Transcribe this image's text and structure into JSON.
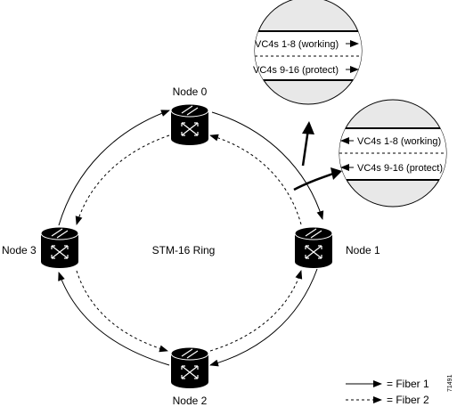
{
  "ring": {
    "center_label": "STM-16 Ring",
    "nodes": [
      {
        "name": "Node 0"
      },
      {
        "name": "Node 1"
      },
      {
        "name": "Node 2"
      },
      {
        "name": "Node 3"
      }
    ]
  },
  "callouts": [
    {
      "working": "VC4s 1-8 (working)",
      "protect": "VC4s 9-16 (protect)"
    },
    {
      "working": "VC4s 1-8 (working)",
      "protect": "VC4s 9-16 (protect)"
    }
  ],
  "legend": {
    "fiber1": "= Fiber 1",
    "fiber2": "= Fiber 2"
  },
  "figure_id": "71491",
  "colors": {
    "callout_fill": "#e8e8e8",
    "node_body": "#000000",
    "line": "#000000"
  }
}
